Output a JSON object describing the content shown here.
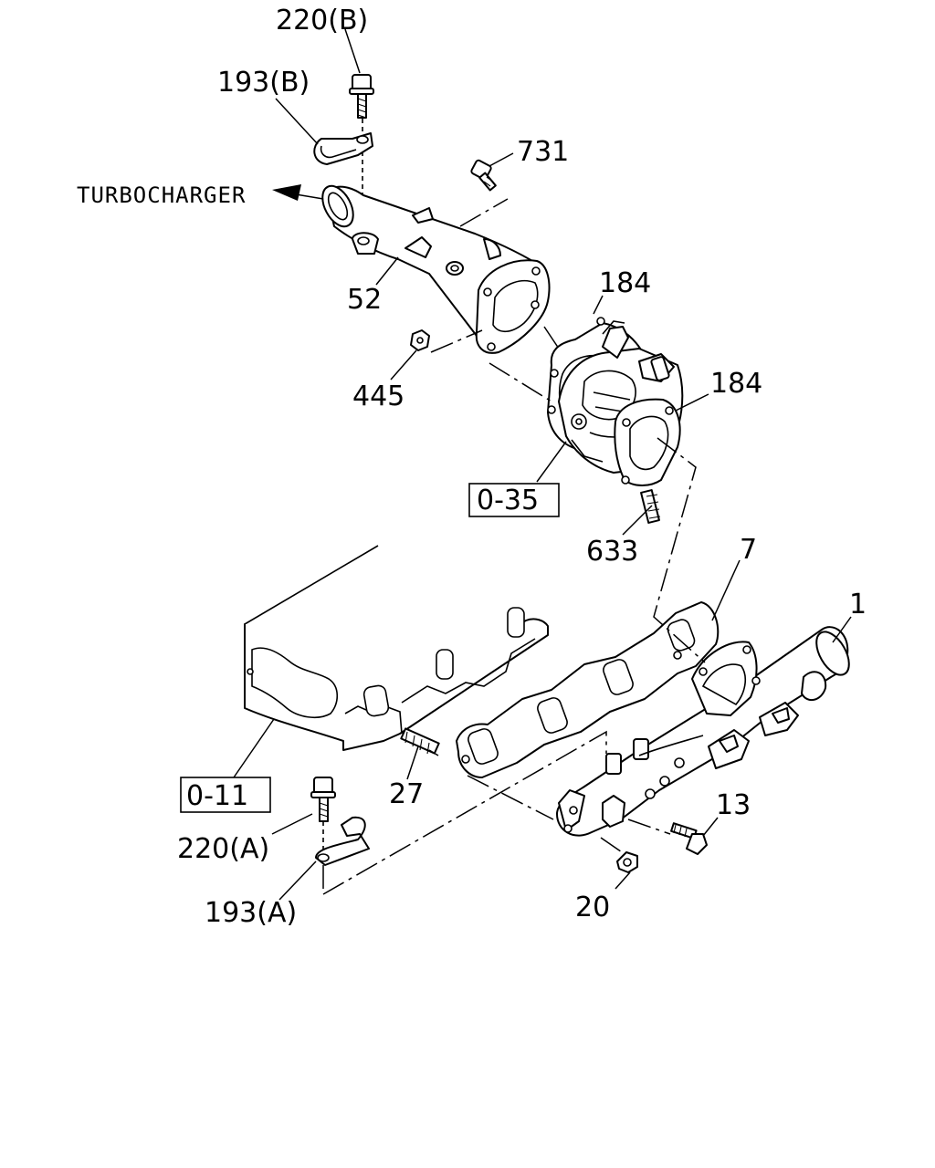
{
  "callouts": {
    "c220b": "220(B)",
    "c193b": "193(B)",
    "c731": "731",
    "c52": "52",
    "c184a": "184",
    "c184b": "184",
    "c445": "445",
    "c035": "0-35",
    "c633": "633",
    "c7": "7",
    "c1": "1",
    "c011": "0-11",
    "c27": "27",
    "c13": "13",
    "c220a": "220(A)",
    "c193a": "193(A)",
    "c20": "20"
  },
  "annotations": {
    "turbocharger": "TURBOCHARGER"
  }
}
